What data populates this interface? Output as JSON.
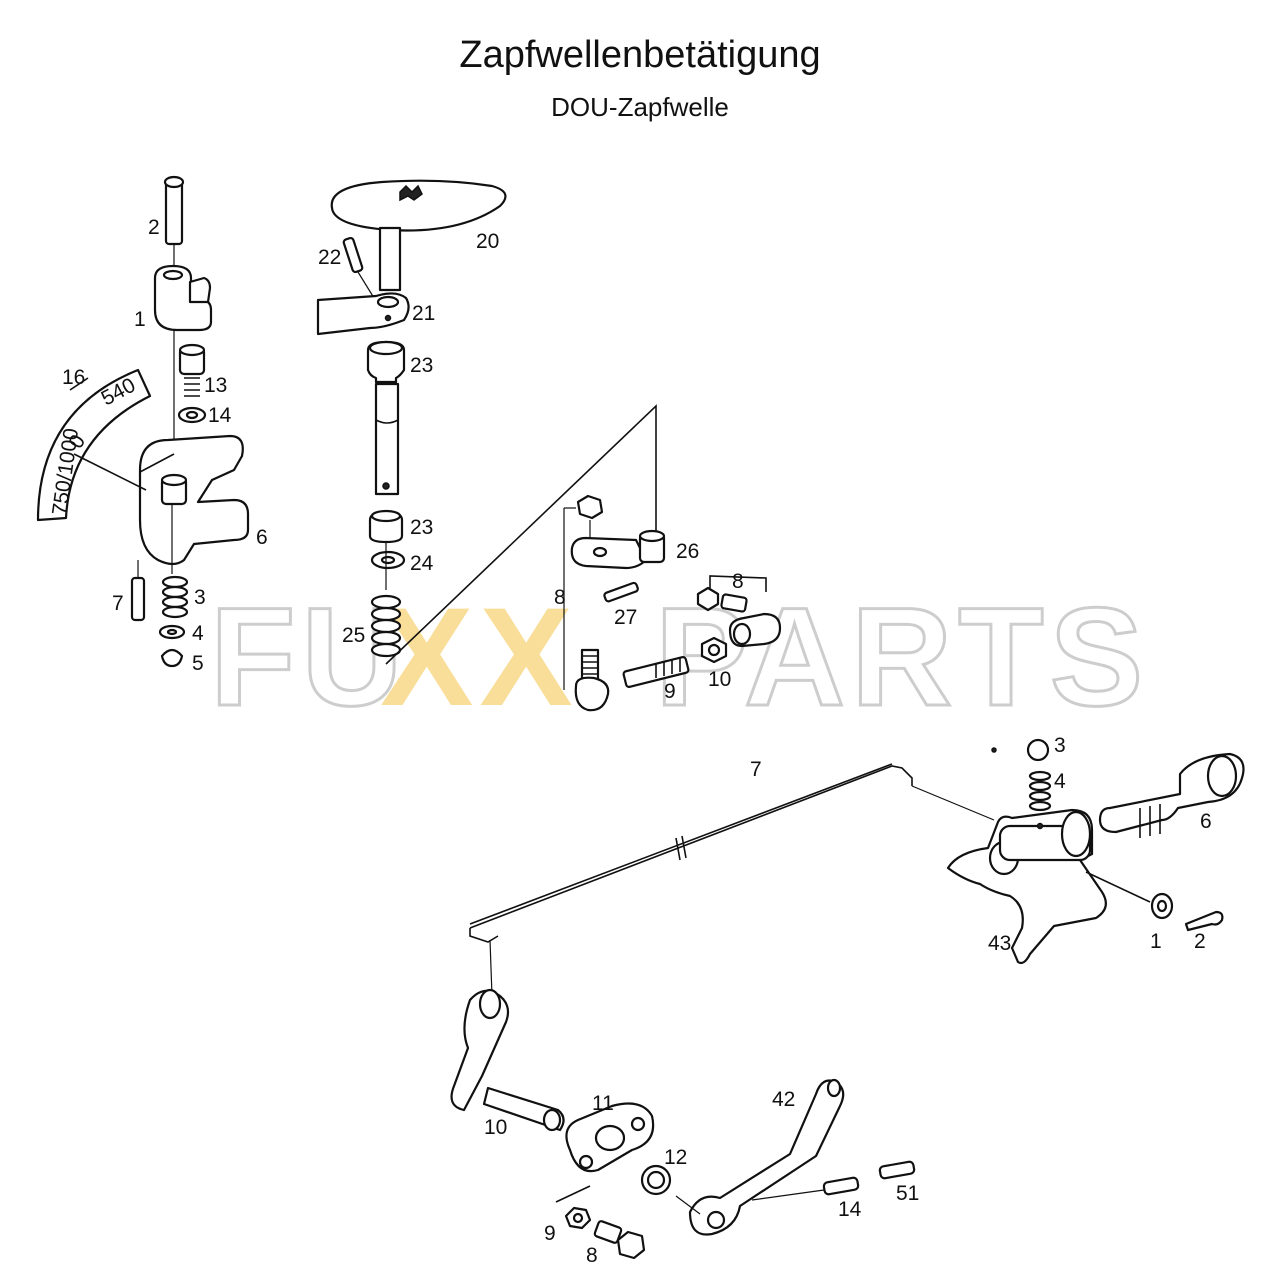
{
  "title": "Zapfwellenbetätigung",
  "subtitle": "DOU-Zapfwelle",
  "watermark": {
    "pre": "FU",
    "mid": "XX",
    "post": "PARTS",
    "outline_color": "#c8c8c8",
    "accent_color": "#f5c24d"
  },
  "dial": {
    "labels": [
      "750/1000",
      "0",
      "540"
    ]
  },
  "labels": {
    "a2": "2",
    "a1": "1",
    "a13": "13",
    "a14": "14",
    "a16": "16",
    "a6": "6",
    "a7": "7",
    "a3": "3",
    "a4": "4",
    "a5": "5",
    "b22": "22",
    "b20": "20",
    "b21": "21",
    "b23a": "23",
    "b23b": "23",
    "b24": "24",
    "b25": "25",
    "c26": "26",
    "c8a": "8",
    "c8b": "8",
    "c27": "27",
    "c9": "9",
    "c10": "10",
    "d3": "3",
    "d4": "4",
    "d6": "6",
    "d7": "7",
    "d1": "1",
    "d2": "2",
    "d43": "43",
    "e10": "10",
    "e11": "11",
    "e12": "12",
    "e42": "42",
    "e9": "9",
    "e8": "8",
    "e14": "14",
    "e51": "51"
  }
}
